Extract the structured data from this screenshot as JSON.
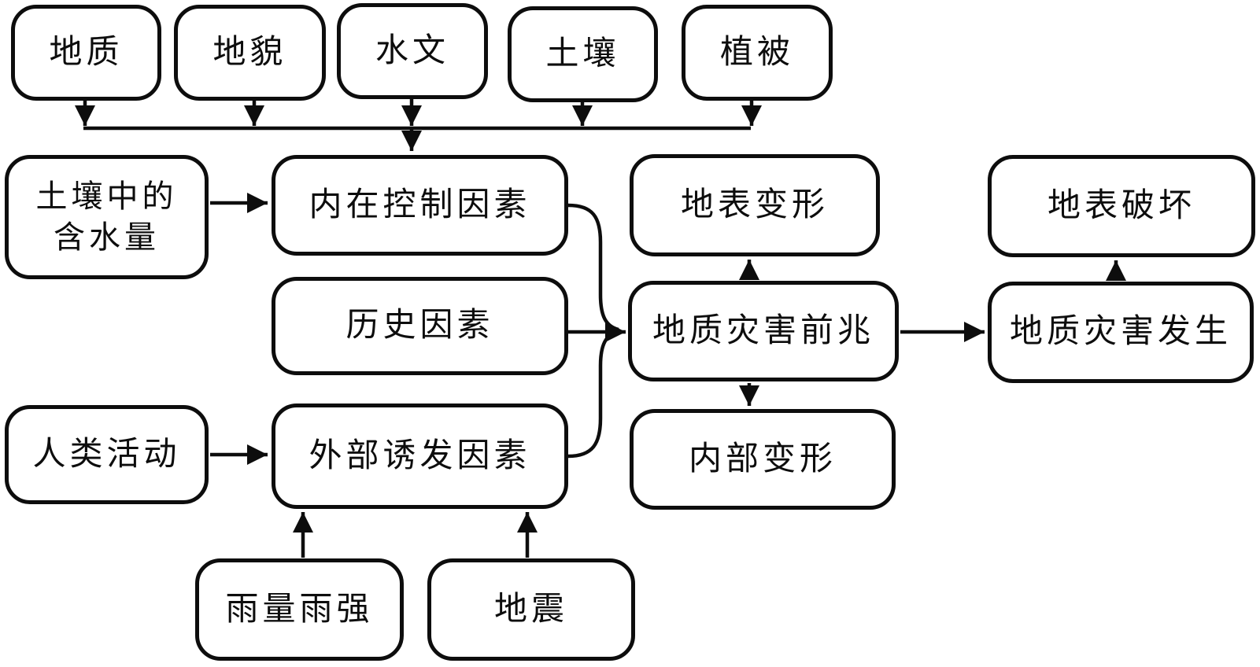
{
  "figure": {
    "kind": "flowchart",
    "background_color": "#ffffff",
    "line_color": "#0d0d0d",
    "box_fill": "#ffffff"
  },
  "nodes": {
    "geology": {
      "label": "地质"
    },
    "geomorphology": {
      "label": "地貌"
    },
    "hydrology": {
      "label": "水文"
    },
    "soil": {
      "label": "土壤"
    },
    "vegetation": {
      "label": "植被"
    },
    "soil_water_content": {
      "label": "土壤中的\n含水量"
    },
    "internal_control": {
      "label": "内在控制因素"
    },
    "historical": {
      "label": "历史因素"
    },
    "human_activity": {
      "label": "人类活动"
    },
    "external_trigger": {
      "label": "外部诱发因素"
    },
    "rainfall": {
      "label": "雨量雨强"
    },
    "earthquake": {
      "label": "地震"
    },
    "surface_deformation": {
      "label": "地表变形"
    },
    "precursor": {
      "label": "地质灾害前兆"
    },
    "internal_deformation": {
      "label": "内部变形"
    },
    "surface_destruction": {
      "label": "地表破坏"
    },
    "occurrence": {
      "label": "地质灾害发生"
    }
  },
  "edges": [
    {
      "from": "geology",
      "to": "internal_control"
    },
    {
      "from": "geomorphology",
      "to": "internal_control"
    },
    {
      "from": "hydrology",
      "to": "internal_control"
    },
    {
      "from": "soil",
      "to": "internal_control"
    },
    {
      "from": "vegetation",
      "to": "internal_control"
    },
    {
      "from": "soil_water_content",
      "to": "internal_control"
    },
    {
      "from": "human_activity",
      "to": "external_trigger"
    },
    {
      "from": "rainfall",
      "to": "external_trigger"
    },
    {
      "from": "earthquake",
      "to": "external_trigger"
    },
    {
      "from": "internal_control",
      "to": "precursor"
    },
    {
      "from": "historical",
      "to": "precursor"
    },
    {
      "from": "external_trigger",
      "to": "precursor"
    },
    {
      "from": "precursor",
      "to": "surface_deformation"
    },
    {
      "from": "precursor",
      "to": "internal_deformation"
    },
    {
      "from": "precursor",
      "to": "occurrence"
    },
    {
      "from": "occurrence",
      "to": "surface_destruction"
    }
  ]
}
